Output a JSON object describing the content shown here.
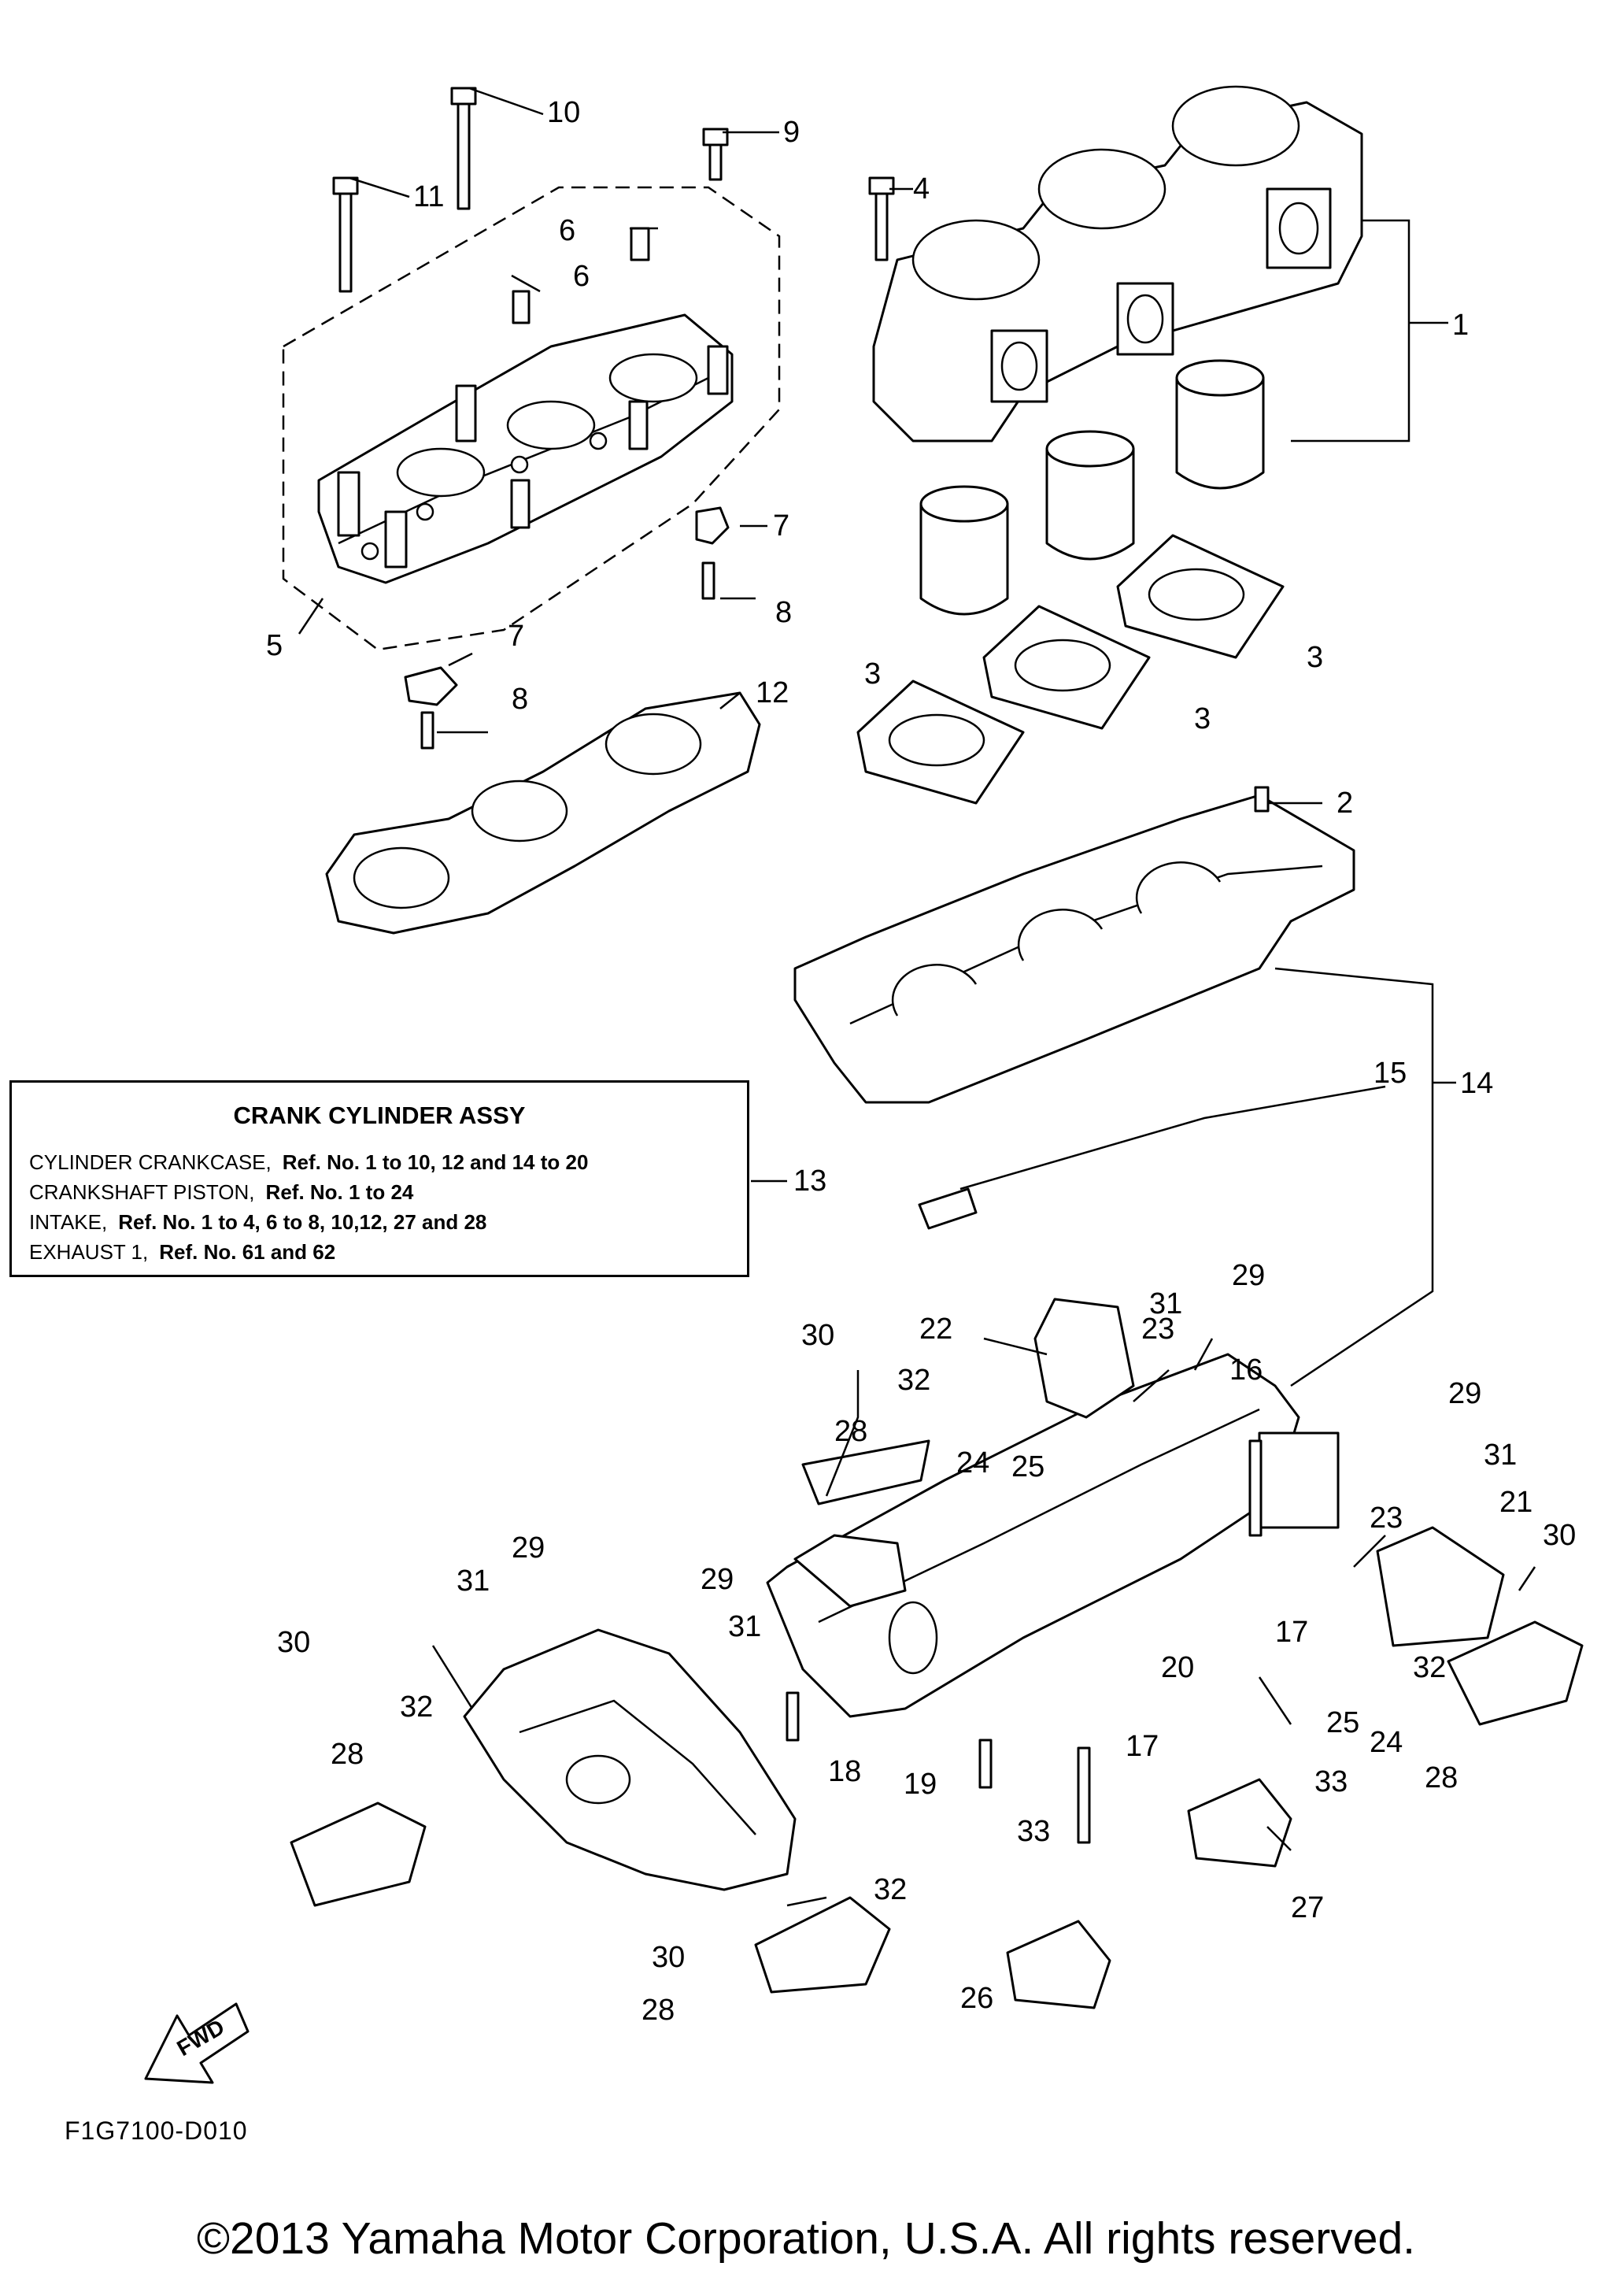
{
  "box": {
    "title": "CRANK CYLINDER ASSY",
    "lines": [
      {
        "label": "CYLINDER CRANKCASE,",
        "ref": "Ref. No. 1 to 10, 12 and 14 to 20"
      },
      {
        "label": "CRANKSHAFT PISTON,",
        "ref": "Ref. No. 1 to 24"
      },
      {
        "label": "INTAKE,",
        "ref": "Ref. No. 1 to 4, 6 to 8, 10,12, 27 and 28"
      },
      {
        "label": "EXHAUST 1,",
        "ref": "Ref. No. 61 and 62"
      }
    ]
  },
  "callouts": {
    "c1": "1",
    "c2": "2",
    "c3a": "3",
    "c3b": "3",
    "c3c": "3",
    "c4": "4",
    "c5": "5",
    "c6a": "6",
    "c6b": "6",
    "c7a": "7",
    "c7b": "7",
    "c8a": "8",
    "c8b": "8",
    "c9": "9",
    "c10": "10",
    "c11": "11",
    "c12": "12",
    "c13": "13",
    "c14": "14",
    "c15": "15",
    "c16": "16",
    "c17a": "17",
    "c17b": "17",
    "c18": "18",
    "c19": "19",
    "c20": "20",
    "c21": "21",
    "c22": "22",
    "c23a": "23",
    "c23b": "23",
    "c24a": "24",
    "c24b": "24",
    "c25a": "25",
    "c25b": "25",
    "c26": "26",
    "c27": "27",
    "c28a": "28",
    "c28b": "28",
    "c28c": "28",
    "c28d": "28",
    "c29a": "29",
    "c29b": "29",
    "c29c": "29",
    "c29d": "29",
    "c30a": "30",
    "c30b": "30",
    "c30c": "30",
    "c30d": "30",
    "c31a": "31",
    "c31b": "31",
    "c31c": "31",
    "c31d": "31",
    "c32a": "32",
    "c32b": "32",
    "c32c": "32",
    "c32d": "32",
    "c33a": "33",
    "c33b": "33"
  },
  "fwd_label": "FWD",
  "drawing_code": "F1G7100-D010",
  "copyright": "©2013 Yamaha Motor Corporation, U.S.A. All rights reserved."
}
